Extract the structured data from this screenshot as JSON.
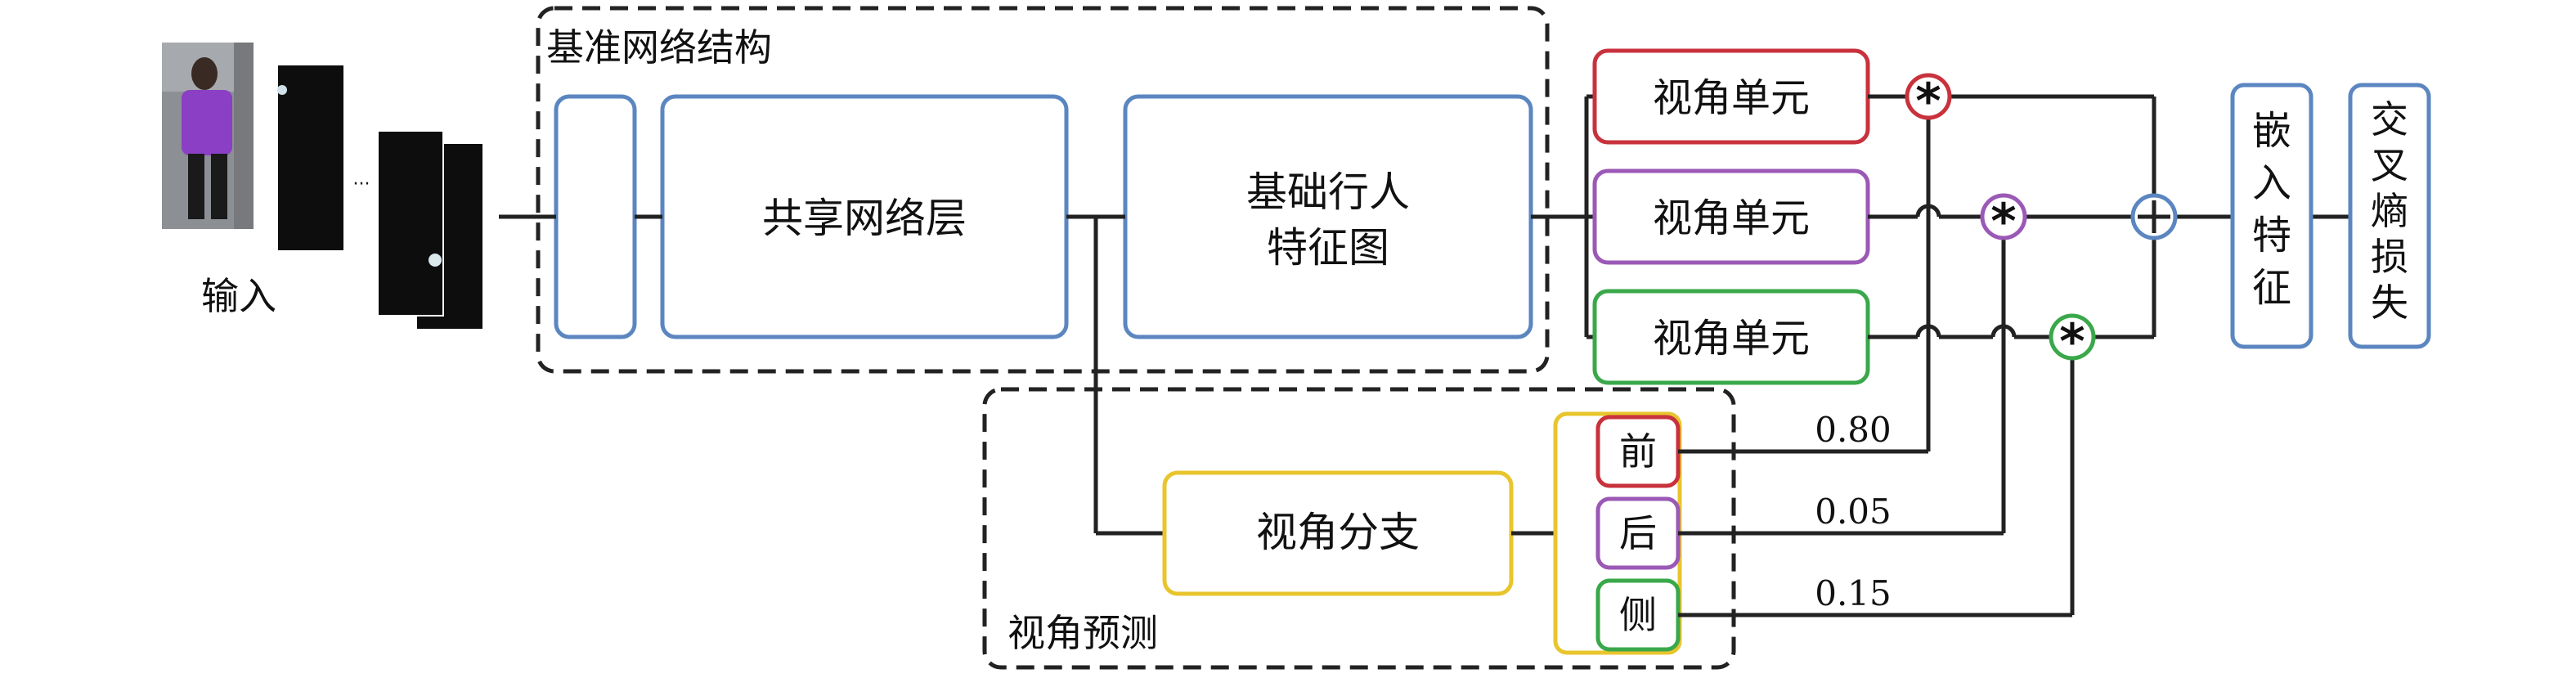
{
  "input_label": "输入",
  "baseline_group_label": "基准网络结构",
  "shared_layers_label": "共享网络层",
  "feature_map_label": [
    "基础行人",
    "特征图"
  ],
  "view_units": [
    "视角单元",
    "视角单元",
    "视角单元"
  ],
  "view_branch_label": "视角分支",
  "view_prediction_group_label": "视角预测",
  "view_classes": [
    "前",
    "后",
    "侧"
  ],
  "view_weights": [
    "0.80",
    "0.05",
    "0.15"
  ],
  "multiply_symbol": "*",
  "embedding_label": [
    "嵌",
    "入",
    "特",
    "征"
  ],
  "loss_label": [
    "交",
    "叉",
    "熵",
    "损",
    "失"
  ],
  "ellipsis": "···",
  "colors": {
    "front": "#c8323c",
    "back": "#9b59b6",
    "side": "#3aa84a",
    "blue": "#5b86c0",
    "yellow": "#e8c52d",
    "line": "#222222"
  }
}
